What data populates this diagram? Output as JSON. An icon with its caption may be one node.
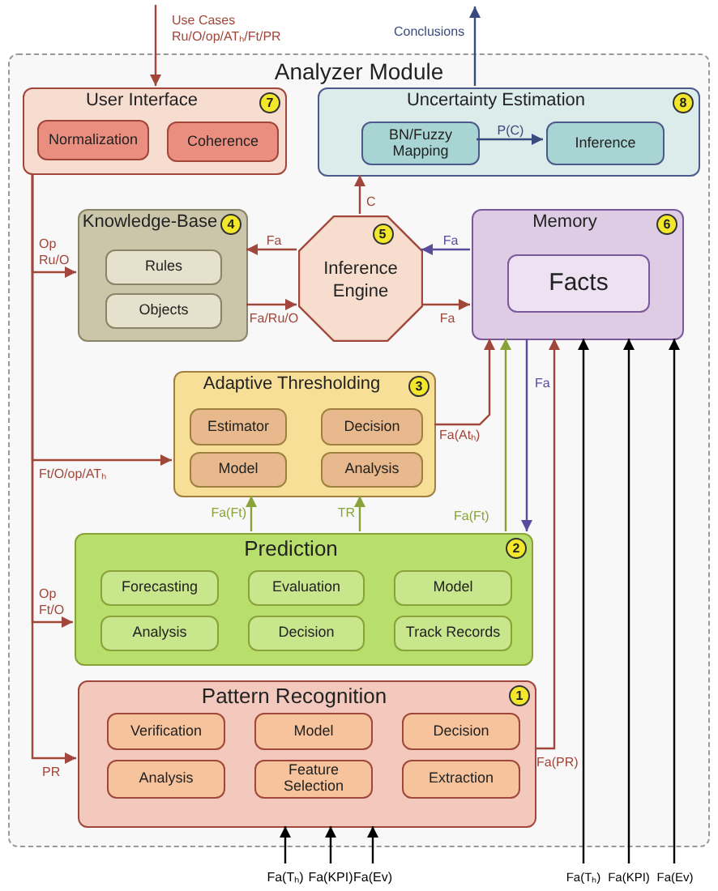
{
  "diagram": {
    "nodes": [
      {
        "text": [
          "Analyzer Module"
        ]
      },
      {
        "text": [
          "User Interface",
          "7"
        ],
        "in": 0
      },
      {
        "text": [
          "Normalization"
        ],
        "in": 1
      },
      {
        "text": [
          "Coherence"
        ],
        "in": 1
      },
      {
        "text": [
          "Uncertainty Estimation",
          "8"
        ],
        "in": 0
      },
      {
        "text": [
          "BN/Fuzzy Mapping"
        ],
        "in": 4
      },
      {
        "text": [
          "Inference"
        ],
        "in": 4
      },
      {
        "text": [
          "Knowledge-Base",
          "4"
        ],
        "in": 0
      },
      {
        "text": [
          "Rules"
        ],
        "in": 7
      },
      {
        "text": [
          "Objects"
        ],
        "in": 7
      },
      {
        "text": [
          "5",
          "Inference Engine"
        ],
        "in": 0
      },
      {
        "text": [
          "Memory",
          "6"
        ],
        "in": 0
      },
      {
        "text": [
          "Facts"
        ],
        "in": 11
      },
      {
        "text": [
          "Adaptive Thresholding",
          "3"
        ],
        "in": 0
      },
      {
        "text": [
          "Estimator"
        ],
        "in": 13
      },
      {
        "text": [
          "Decision"
        ],
        "in": 13
      },
      {
        "text": [
          "Model"
        ],
        "in": 13
      },
      {
        "text": [
          "Analysis"
        ],
        "in": 13
      },
      {
        "text": [
          "Prediction",
          "2"
        ],
        "in": 0
      },
      {
        "text": [
          "Forecasting"
        ],
        "in": 18
      },
      {
        "text": [
          "Evaluation"
        ],
        "in": 18
      },
      {
        "text": [
          "Model"
        ],
        "in": 18
      },
      {
        "text": [
          "Analysis"
        ],
        "in": 18
      },
      {
        "text": [
          "Decision"
        ],
        "in": 18
      },
      {
        "text": [
          "Track Records"
        ],
        "in": 18
      },
      {
        "text": [
          "Pattern Recognition",
          "1"
        ],
        "in": 0
      },
      {
        "text": [
          "Verification"
        ],
        "in": 25
      },
      {
        "text": [
          "Model"
        ],
        "in": 25
      },
      {
        "text": [
          "Decision"
        ],
        "in": 25
      },
      {
        "text": [
          "Analysis"
        ],
        "in": 25
      },
      {
        "text": [
          "Feature Selection"
        ],
        "in": 25
      },
      {
        "text": [
          "Extraction"
        ],
        "in": 25
      }
    ],
    "edges": [
      {
        "from": null,
        "to": 1,
        "arrow": "to",
        "label": "Use Cases Ru/O/op/ATₕ/Ft/PR"
      },
      {
        "from": 4,
        "to": null,
        "arrow": "to",
        "label": "Conclusions",
        "color": "#3b4a7e"
      },
      {
        "from": 5,
        "to": 6,
        "arrow": "to",
        "label": "P(C)",
        "color": "#3b4a7e"
      },
      {
        "from": 10,
        "to": 4,
        "arrow": "to",
        "label": "C"
      },
      {
        "from": 10,
        "to": 7,
        "arrow": "to",
        "label": "Fa"
      },
      {
        "from": 11,
        "to": 10,
        "arrow": "to",
        "label": "Fa",
        "color": "#5b4b9c"
      },
      {
        "from": 7,
        "to": 10,
        "arrow": "to",
        "label": "Fa/Ru/O"
      },
      {
        "from": 10,
        "to": 11,
        "arrow": "to",
        "label": "Fa"
      },
      {
        "from": 1,
        "to": 7,
        "arrow": "to",
        "label": "Op Ru/O"
      },
      {
        "from": 1,
        "to": 13,
        "arrow": "to",
        "label": "Ft/O/op/ATₕ"
      },
      {
        "from": 1,
        "to": 18,
        "arrow": "to",
        "label": "Op Ft/O"
      },
      {
        "from": 1,
        "to": 25,
        "arrow": "to",
        "label": "PR"
      },
      {
        "from": 13,
        "to": 11,
        "arrow": "to",
        "label": "Fa(Atₕ)"
      },
      {
        "from": 18,
        "to": 13,
        "arrow": "to",
        "label": "Fa(Ft)",
        "color": "#8aa23a"
      },
      {
        "from": 18,
        "to": 13,
        "arrow": "to",
        "label": "TR",
        "color": "#8aa23a"
      },
      {
        "from": 18,
        "to": 11,
        "arrow": "to",
        "label": "Fa(Ft)",
        "color": "#8aa23a"
      },
      {
        "from": 11,
        "to": 18,
        "arrow": "to",
        "label": "Fa",
        "color": "#5b4b9c"
      },
      {
        "from": 25,
        "to": 11,
        "arrow": "to",
        "label": "Fa(PR)"
      },
      {
        "from": null,
        "to": 25,
        "arrow": "to",
        "label": "Fa(Tₕ)",
        "color": "#000000"
      },
      {
        "from": null,
        "to": 25,
        "arrow": "to",
        "label": "Fa(KPI)",
        "color": "#000000"
      },
      {
        "from": null,
        "to": 25,
        "arrow": "to",
        "label": "Fa(Ev)",
        "color": "#000000"
      },
      {
        "from": null,
        "to": 11,
        "arrow": "to",
        "label": "Fa(Tₕ)",
        "color": "#000000"
      },
      {
        "from": null,
        "to": 11,
        "arrow": "to",
        "label": "Fa(KPI)",
        "color": "#000000"
      },
      {
        "from": null,
        "to": 11,
        "arrow": "to",
        "label": "Fa(Ev)",
        "color": "#000000"
      }
    ]
  }
}
